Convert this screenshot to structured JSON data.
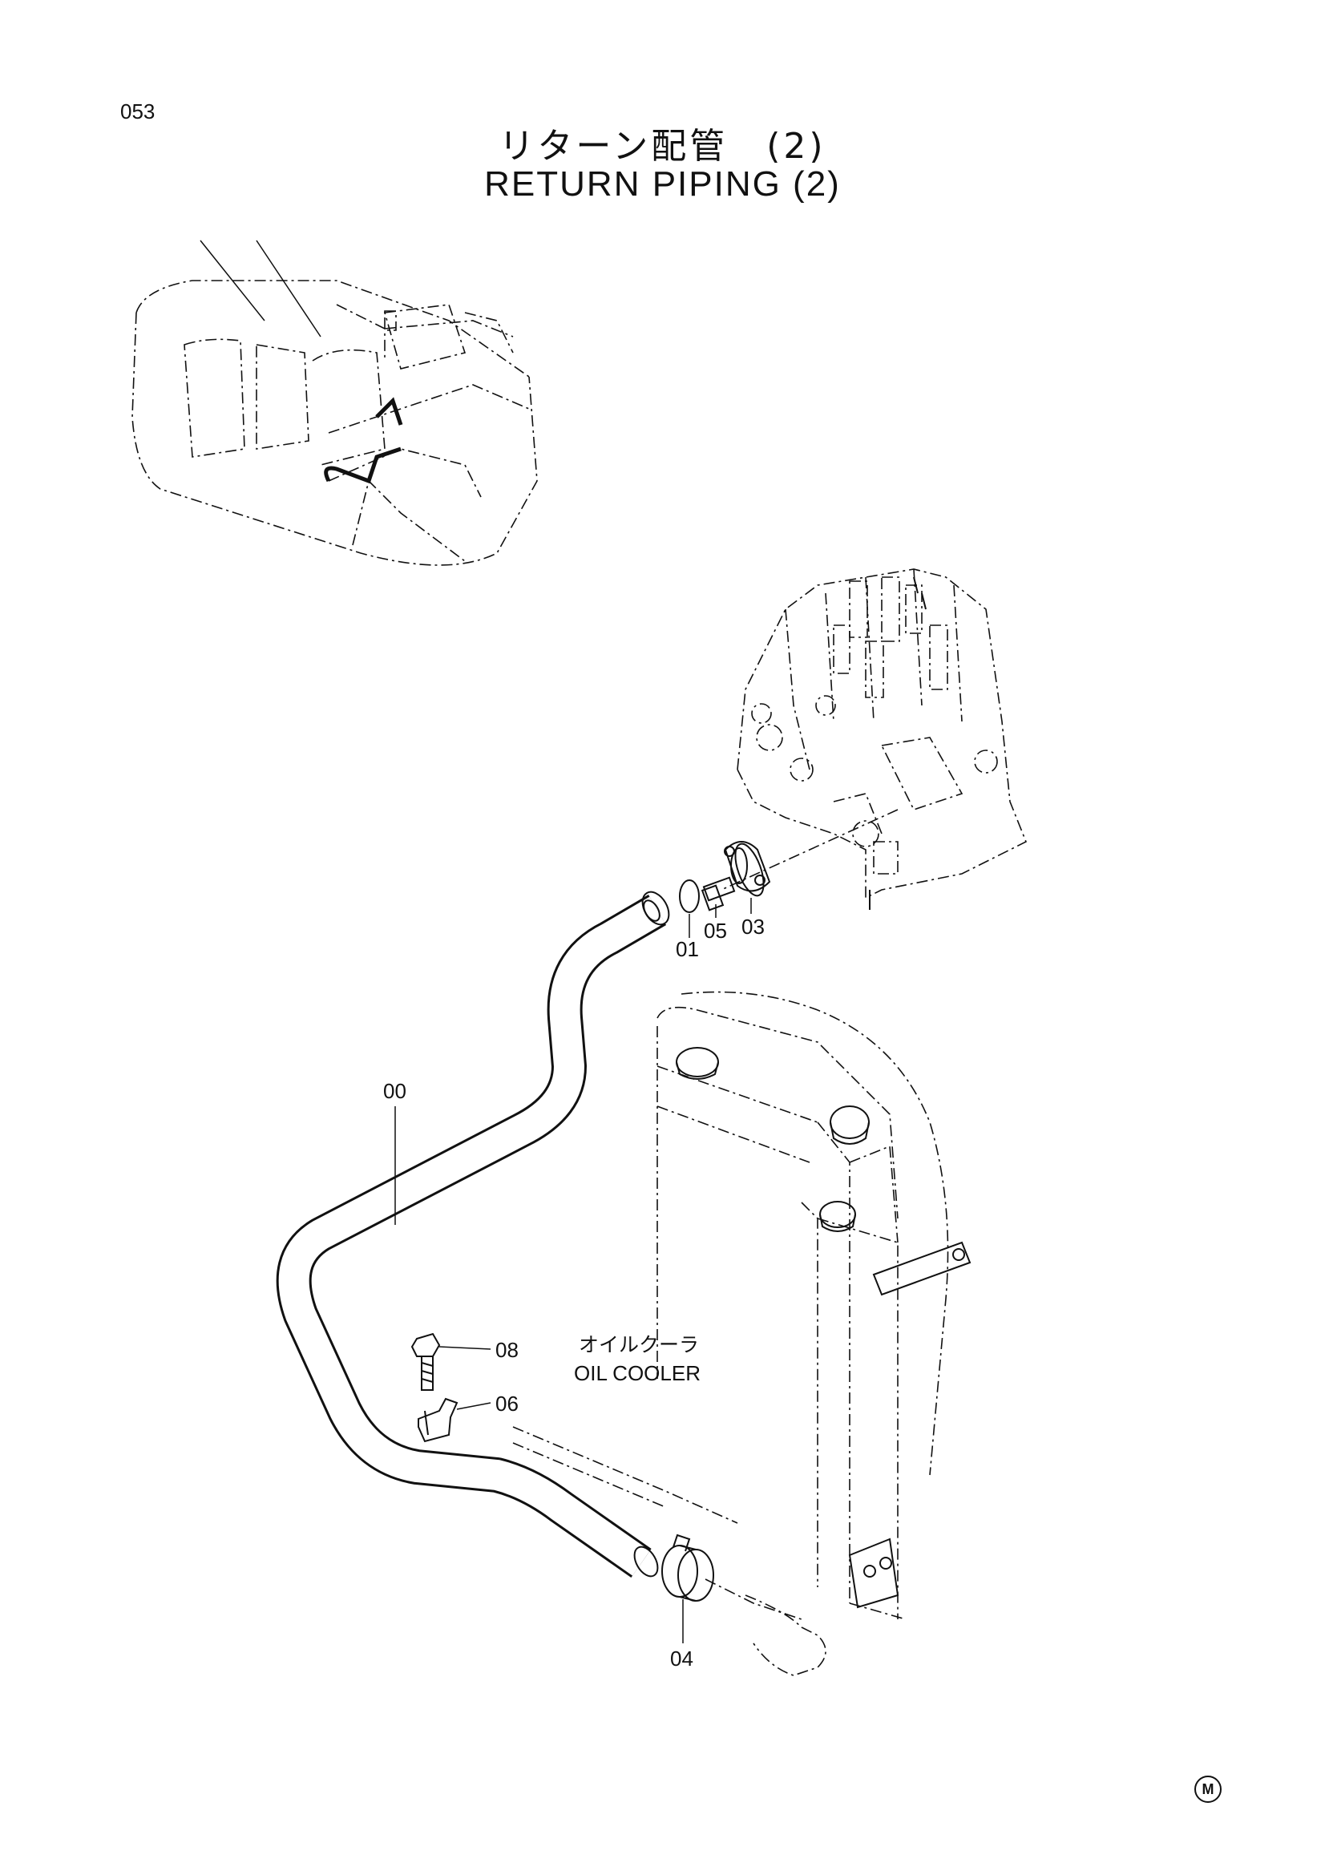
{
  "page": {
    "number": "053",
    "mark": "M"
  },
  "title": {
    "jp": "リターン配管　(2)",
    "en": "RETURN PIPING (2)"
  },
  "component": {
    "jp": "オイルクーラ",
    "en": "OIL COOLER"
  },
  "parts": [
    {
      "id": "00"
    },
    {
      "id": "01"
    },
    {
      "id": "03"
    },
    {
      "id": "04"
    },
    {
      "id": "05"
    },
    {
      "id": "06"
    },
    {
      "id": "08"
    }
  ],
  "icons": [
    "excavator-overview-icon",
    "control-valve-icon",
    "oil-cooler-icon",
    "return-pipe-icon",
    "hose-clamp-icon",
    "bolt-icon",
    "bracket-icon",
    "flange-icon",
    "o-ring-icon"
  ]
}
